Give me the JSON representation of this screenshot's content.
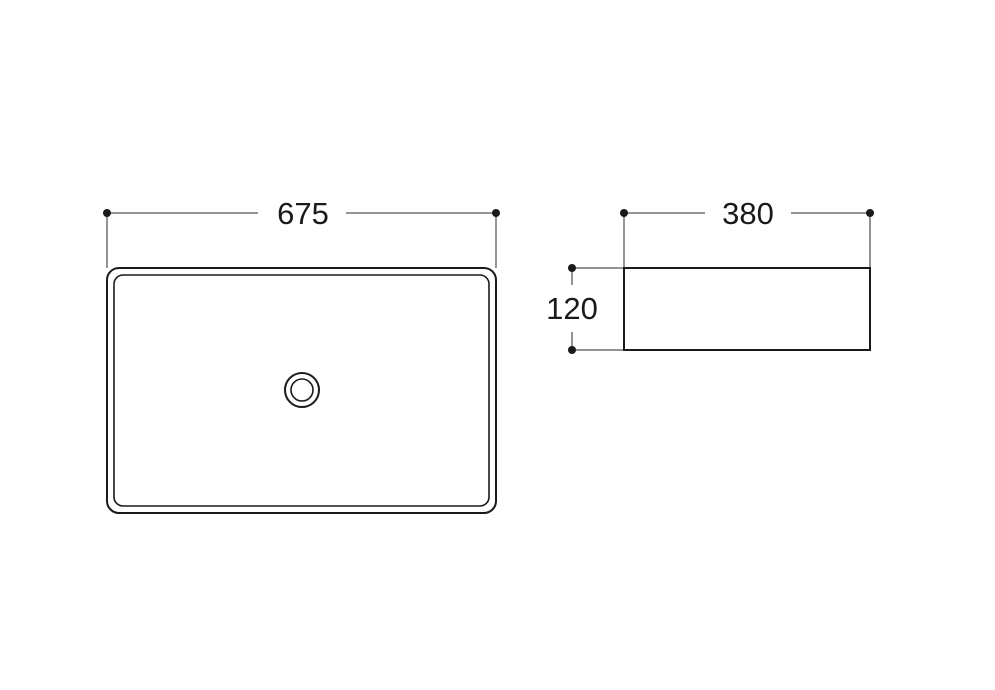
{
  "dimensions": {
    "top_width": "675",
    "side_width": "380",
    "side_height": "120"
  },
  "colors": {
    "line": "#1a1a1a",
    "background": "#ffffff"
  }
}
